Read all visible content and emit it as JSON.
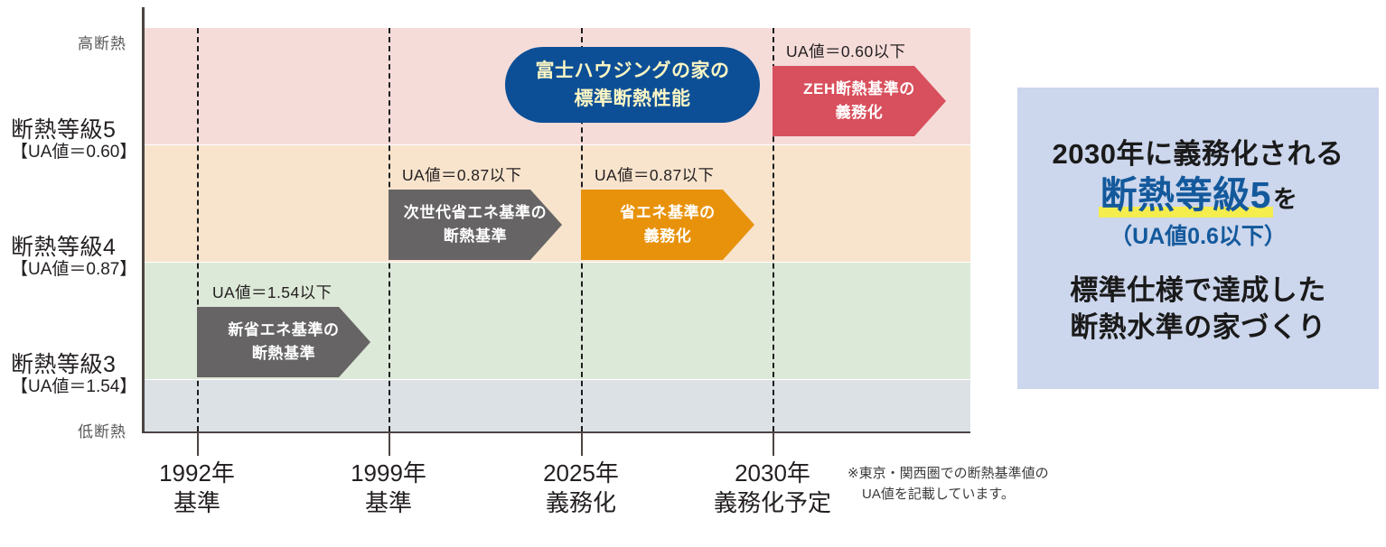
{
  "chart_data": {
    "type": "timeline",
    "title": "",
    "ylabel_top": "高断熱",
    "ylabel_bottom": "低断熱",
    "yaxis": {
      "grades": [
        {
          "name": "断熱等級5",
          "ua": "【UA値＝0.60】",
          "band_color": "#f5dcd9"
        },
        {
          "name": "断熱等級4",
          "ua": "【UA値＝0.87】",
          "band_color": "#f8e4cd"
        },
        {
          "name": "断熱等級3",
          "ua": "【UA値＝1.54】",
          "band_color": "#dde9d8"
        }
      ],
      "lowest_band_color": "#dbe1e4"
    },
    "xaxis": {
      "ticks": [
        {
          "year": "1992年",
          "note": "基準"
        },
        {
          "year": "1999年",
          "note": "基準"
        },
        {
          "year": "2025年",
          "note": "義務化"
        },
        {
          "year": "2030年",
          "note": "義務化予定"
        }
      ]
    },
    "series": [
      {
        "label_line1": "新省エネ基準の",
        "label_line2": "断熱基準",
        "ua_caption": "UA値＝1.54以下",
        "color": "#666464",
        "start_year": "1992年",
        "grade_band": "断熱等級3"
      },
      {
        "label_line1": "次世代省エネ基準の",
        "label_line2": "断熱基準",
        "ua_caption": "UA値＝0.87以下",
        "color": "#666464",
        "start_year": "1999年",
        "grade_band": "断熱等級4"
      },
      {
        "label_line1": "省エネ基準の",
        "label_line2": "義務化",
        "ua_caption": "UA値＝0.87以下",
        "color": "#e8920c",
        "start_year": "2025年",
        "grade_band": "断熱等級4"
      },
      {
        "label_line1": "ZEH断熱基準の",
        "label_line2": "義務化",
        "ua_caption": "UA値＝0.60以下",
        "color": "#d8505d",
        "start_year": "2030年",
        "grade_band": "断熱等級5"
      }
    ],
    "callout": {
      "line1": "富士ハウジングの家の",
      "line2": "標準断熱性能",
      "bg_color": "#0d4f96",
      "text_color": "#fbf6c4"
    },
    "footnote_line1": "※東京・関西圏での断熱基準値の",
    "footnote_line2": "UA値を記載しています。"
  },
  "panel": {
    "line1": "2030年に義務化される",
    "highlight": "断熱等級5",
    "highlight_suffix": "を",
    "paren": "（UA値0.6以下）",
    "line3a": "標準仕様で達成した",
    "line3b": "断熱水準の家づくり",
    "bg_color": "#ccd6ec",
    "highlight_color": "#13599c",
    "marker_color": "#f5ed4e"
  }
}
